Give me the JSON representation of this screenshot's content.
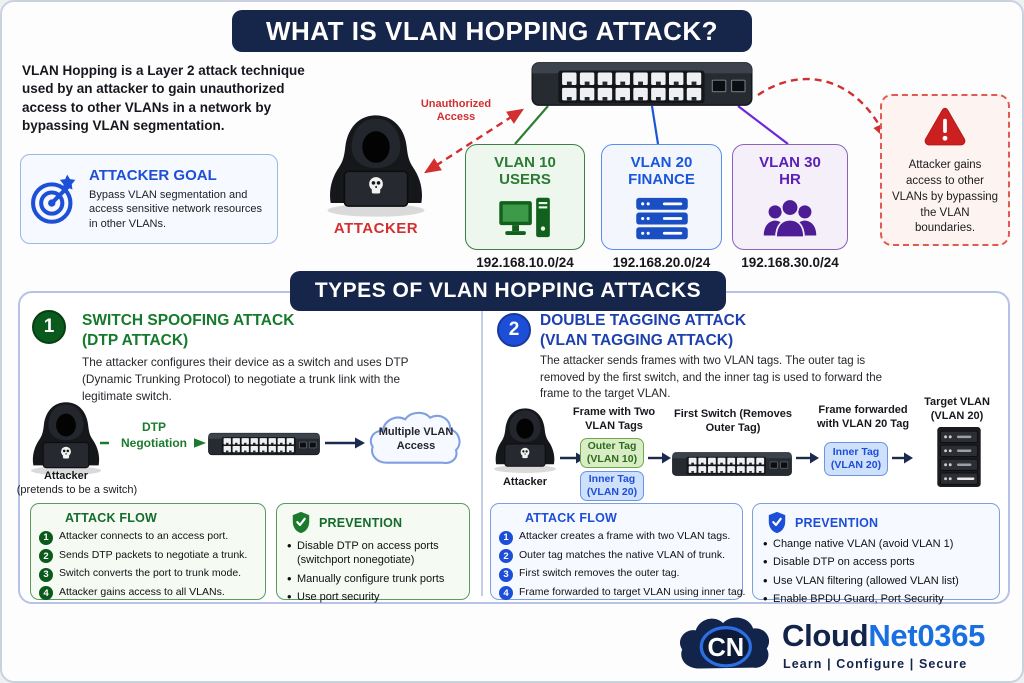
{
  "page": {
    "title": "WHAT IS VLAN HOPPING ATTACK?",
    "intro": "VLAN Hopping is a Layer 2 attack technique used by an attacker to gain unauthorized access to other VLANs in a network by bypassing VLAN segmentation.",
    "types_banner": "TYPES OF VLAN HOPPING ATTACKS"
  },
  "attacker_goal": {
    "title": "ATTACKER GOAL",
    "body": "Bypass VLAN segmentation and access sensitive network resources in other VLANs."
  },
  "top_diagram": {
    "unauthorized_label": "Unauthorized Access",
    "attacker_label": "ATTACKER",
    "vlans": [
      {
        "name": "VLAN 10",
        "dept": "USERS",
        "subnet": "192.168.10.0/24"
      },
      {
        "name": "VLAN 20",
        "dept": "FINANCE",
        "subnet": "192.168.20.0/24"
      },
      {
        "name": "VLAN 30",
        "dept": "HR",
        "subnet": "192.168.30.0/24"
      }
    ],
    "warning_text": "Attacker gains access to other VLANs by bypassing the VLAN boundaries."
  },
  "attack1": {
    "number": "1",
    "title_line1": "SWITCH SPOOFING ATTACK",
    "title_line2": "(DTP ATTACK)",
    "description": "The attacker configures their device as a switch and uses DTP (Dynamic Trunking Protocol) to negotiate a trunk link with the legitimate switch.",
    "diagram": {
      "attacker_label": "Attacker",
      "attacker_sub": "(pretends to be a switch)",
      "dtp_line1": "DTP",
      "dtp_line2": "Negotiation",
      "cloud_label": "Multiple VLAN Access"
    },
    "attack_flow": {
      "title": "ATTACK FLOW",
      "steps": [
        {
          "n": "1",
          "text": "Attacker connects to an access port."
        },
        {
          "n": "2",
          "text": "Sends DTP packets to negotiate a trunk."
        },
        {
          "n": "3",
          "text": "Switch converts the port to trunk mode."
        },
        {
          "n": "4",
          "text": "Attacker gains access to all VLANs."
        }
      ]
    },
    "prevention": {
      "title": "PREVENTION",
      "items": [
        "Disable DTP on access ports (switchport nonegotiate)",
        "Manually configure trunk ports",
        "Use port security"
      ]
    }
  },
  "attack2": {
    "number": "2",
    "title_line1": "DOUBLE TAGGING ATTACK",
    "title_line2": "(VLAN TAGGING ATTACK)",
    "description": "The attacker sends frames with two VLAN tags. The outer tag is removed by the first switch, and the inner tag is used to forward the frame to the target VLAN.",
    "diagram": {
      "attacker_label": "Attacker",
      "frame_label": "Frame with Two VLAN Tags",
      "outer_tag": "Outer Tag (VLAN 10)",
      "inner_tag": "Inner Tag (VLAN 20)",
      "switch_label": "First Switch (Removes Outer Tag)",
      "forward_label": "Frame forwarded with VLAN 20 Tag",
      "forward_tag": "Inner Tag (VLAN 20)",
      "target_label": "Target VLAN (VLAN 20)"
    },
    "attack_flow": {
      "title": "ATTACK FLOW",
      "steps": [
        {
          "n": "1",
          "text": "Attacker creates a frame with two VLAN tags."
        },
        {
          "n": "2",
          "text": "Outer tag matches the native VLAN of trunk."
        },
        {
          "n": "3",
          "text": "First switch removes the outer tag."
        },
        {
          "n": "4",
          "text": "Frame forwarded to target VLAN using inner tag."
        }
      ]
    },
    "prevention": {
      "title": "PREVENTION",
      "items": [
        "Change native VLAN (avoid VLAN 1)",
        "Disable DTP on access ports",
        "Use VLAN filtering (allowed VLAN list)",
        "Enable BPDU Guard, Port Security"
      ]
    }
  },
  "footer": {
    "logo_initials": "CN",
    "brand_primary": "Cloud",
    "brand_accent": "Net0365",
    "tagline": "Learn  |  Configure  |  Secure"
  },
  "colors": {
    "navy": "#16254a",
    "green": "#157a2b",
    "blue": "#1d4ed8",
    "purple": "#5b21b6",
    "red": "#d32f2f"
  }
}
